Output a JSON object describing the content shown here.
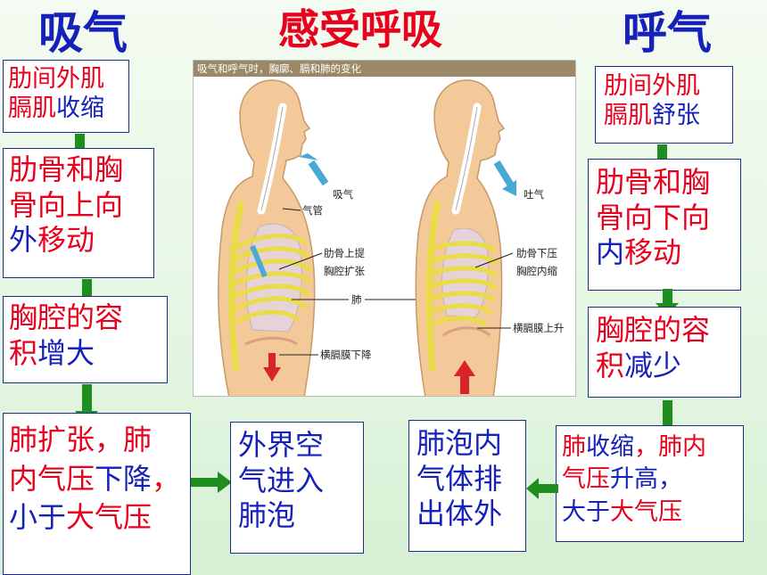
{
  "titles": {
    "inhale": "吸气",
    "main": "感受呼吸",
    "exhale": "呼气"
  },
  "figure": {
    "caption": "吸气和呼气时，胸廓、膈和肺的变化",
    "labels": {
      "inhale_air": "吸气",
      "trachea": "气管",
      "ribs_up": "肋骨上提",
      "chest_expand": "胸腔扩张",
      "lung": "肺",
      "diaphragm_down": "横膈膜下降",
      "exhale_air": "吐气",
      "ribs_down": "肋骨下压",
      "chest_shrink": "胸腔内缩",
      "diaphragm_up": "横膈膜上升"
    }
  },
  "inhale": {
    "muscles": {
      "l1": "肋间外肌",
      "l2a": "膈肌",
      "l2b": "收缩"
    },
    "ribs": {
      "l1": "肋骨和胸",
      "l2": "骨向上向",
      "l3a": "外",
      "l3b": "移动"
    },
    "cavity": {
      "l1": "胸腔的容",
      "l2a": "积",
      "l2b": "增大"
    },
    "lung": {
      "l1": "肺扩张，肺",
      "l2a": "内气压",
      "l2b": "下降",
      "l2c": "，",
      "l3a": "小于",
      "l3b": "大气压"
    },
    "air": {
      "l1": "外界空",
      "l2": "气进入",
      "l3": "肺泡"
    }
  },
  "exhale": {
    "muscles": {
      "l1": "肋间外肌",
      "l2a": "膈肌",
      "l2b": "舒张"
    },
    "ribs": {
      "l1": "肋骨和胸",
      "l2": "骨向下向",
      "l3a": "内",
      "l3b": "移动"
    },
    "cavity": {
      "l1": "胸腔的容",
      "l2a": "积",
      "l2b": "减少"
    },
    "lung": {
      "l1a": "肺",
      "l1b": "收缩",
      "l1c": "，",
      "l1d": "肺内",
      "l2a": "气压",
      "l2b": "升高，",
      "l3a": "大于",
      "l3b": "大气压"
    },
    "air": {
      "l1": "肺泡内",
      "l2": "气体排",
      "l3": "出体外"
    }
  },
  "colors": {
    "red": "#e8001c",
    "blue": "#1521b8",
    "arrow": "#1e8f1e",
    "border": "#1a2e8a"
  }
}
